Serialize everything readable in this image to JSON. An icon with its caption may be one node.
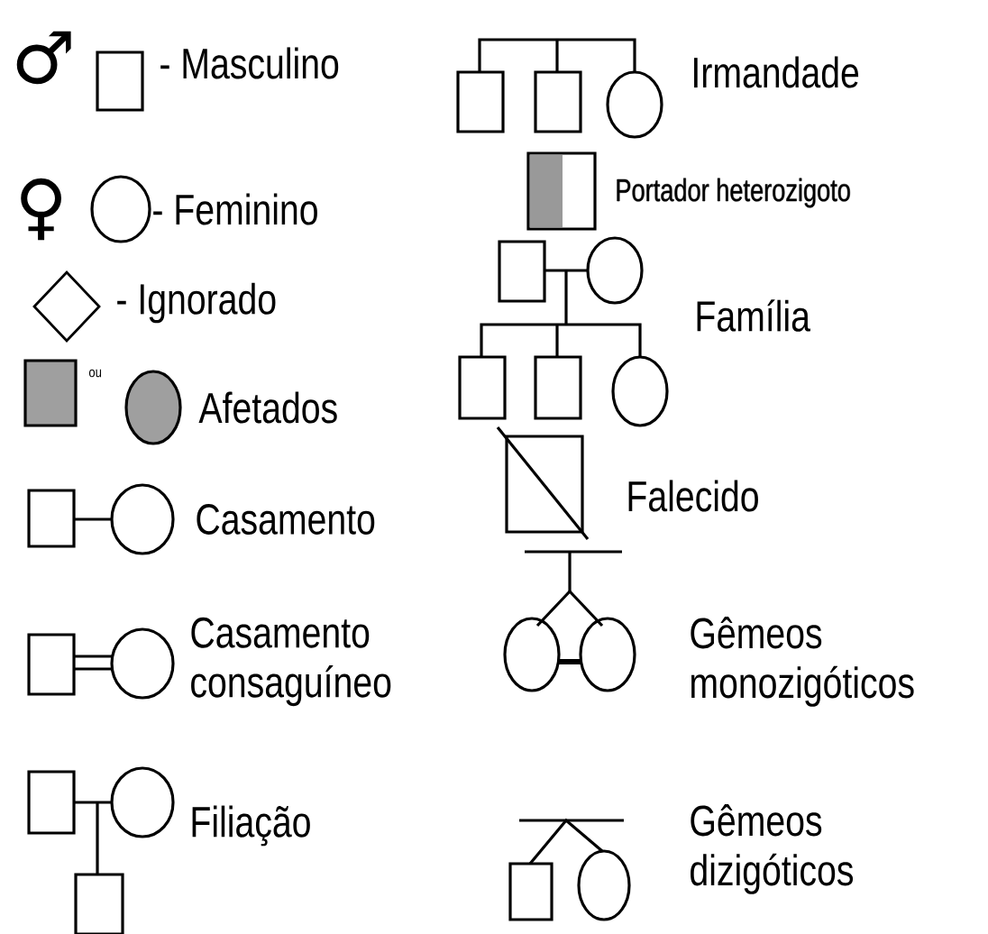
{
  "diagram": {
    "labels": [
      "♂",
      "- Masculino",
      "Irmandade",
      "♀",
      "- Feminino",
      "Portador heterozigoto",
      "- Ignorado",
      "Família",
      "ou",
      "Afetados",
      "Casamento",
      "Falecido",
      "Casamento consaguíneo",
      "Gêmeos monozigóticos",
      "Filiação",
      "Gêmeos dizigóticos"
    ]
  }
}
